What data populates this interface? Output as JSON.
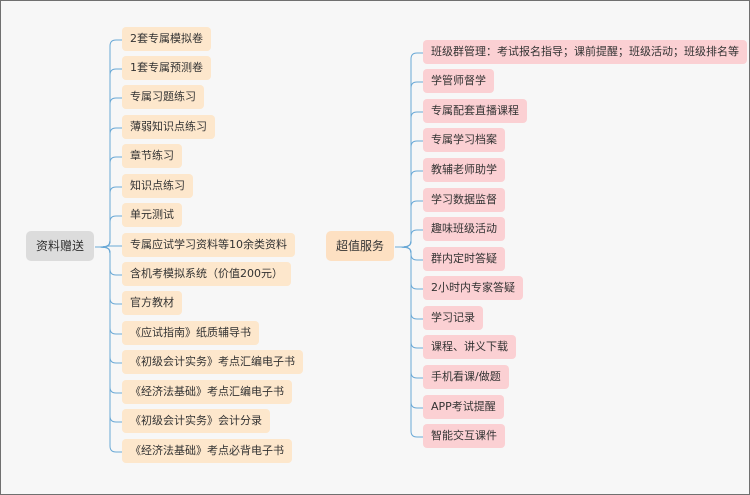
{
  "colors": {
    "left_root_bg": "#dcdcdc",
    "right_root_bg": "#fde0c2",
    "left_leaf_bg": "#fde7cc",
    "right_leaf_bg": "#fbd0d3",
    "connector": "#6aa9d6"
  },
  "left": {
    "root": "资料赠送",
    "items": [
      "2套专属模拟卷",
      "1套专属预测卷",
      "专属习题练习",
      "薄弱知识点练习",
      "章节练习",
      "知识点练习",
      "单元测试",
      "专属应试学习资料等10余类资料",
      "含机考模拟系统（价值200元）",
      "官方教材",
      "《应试指南》纸质辅导书",
      "《初级会计实务》考点汇编电子书",
      "《经济法基础》考点汇编电子书",
      "《初级会计实务》会计分录",
      "《经济法基础》考点必背电子书"
    ]
  },
  "right": {
    "root": "超值服务",
    "items": [
      "班级群管理：考试报名指导；课前提醒；班级活动；班级排名等",
      "学管师督学",
      "专属配套直播课程",
      "专属学习档案",
      "教辅老师助学",
      "学习数据监督",
      "趣味班级活动",
      "群内定时答疑",
      "2小时内专家答疑",
      "学习记录",
      "课程、讲义下载",
      "手机看课/做题",
      "APP考试提醒",
      "智能交互课件"
    ]
  }
}
